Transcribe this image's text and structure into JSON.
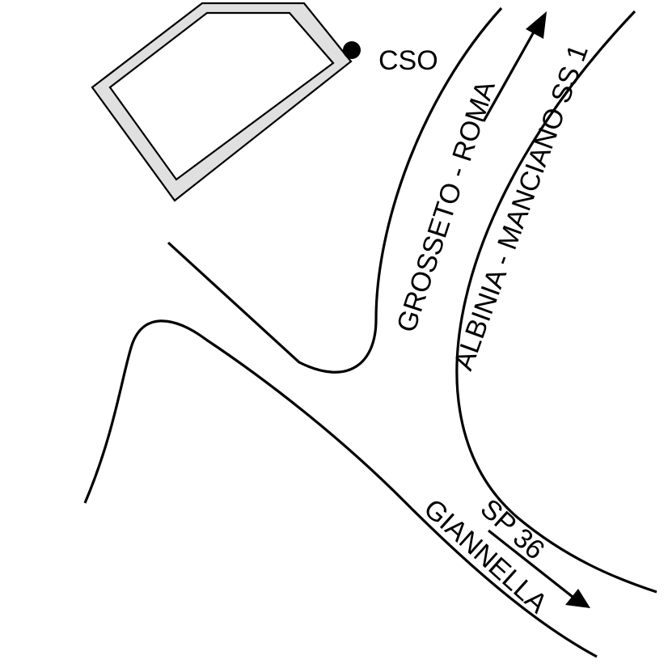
{
  "map": {
    "labels": {
      "cso": "CSO",
      "grosseto_roma": "GROSSETO - ROMA",
      "albinia_manciano": "ALBINIA - MANCIANO SS 1",
      "sp36": "SP 36",
      "giannella": "GIANNELLA"
    },
    "colors": {
      "road": "#000000",
      "building_fill": "#e0e0e0",
      "building_stroke": "#000000",
      "background": "#ffffff"
    },
    "icons": [
      "location-dot-icon",
      "arrow-up-right-icon",
      "arrow-down-right-icon"
    ]
  }
}
